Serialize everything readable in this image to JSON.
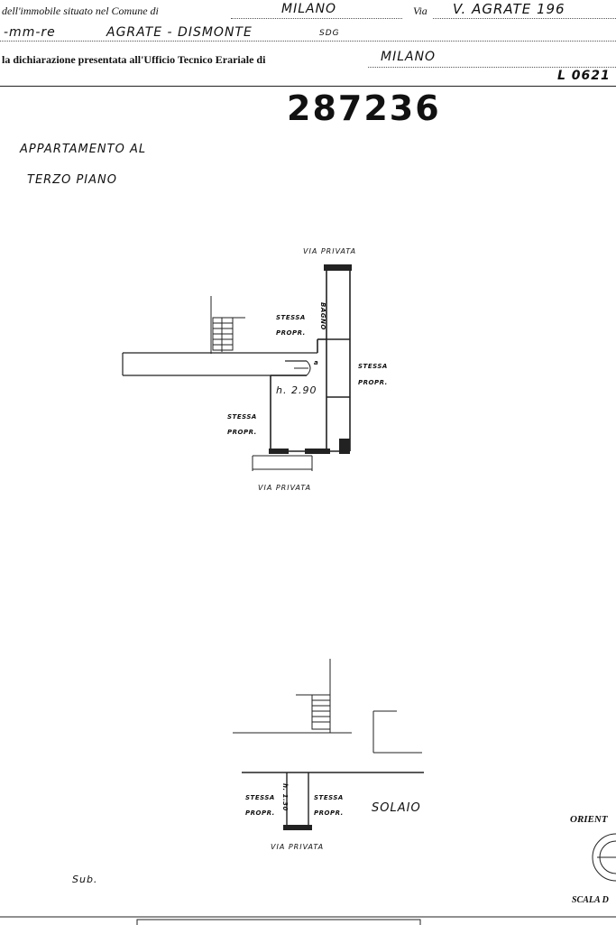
{
  "header": {
    "line1_label": "dell'immobile situato nel Comune di",
    "line1_comune": "MILANO",
    "line1_via_label": "Via",
    "line1_via_value": "V. AGRATE 196",
    "line2_prefix": "-mm-re",
    "line2_value": "AGRATE - DISMONTE",
    "line2_suffix": "SDG",
    "line3_label": "la dichiarazione presentata all'Ufficio Tecnico Erariale di",
    "line3_ufficio": "MILANO",
    "line3_ref": "L 0621"
  },
  "stamp_number": "287236",
  "floor_title": {
    "line1": "APPARTAMENTO   AL",
    "line2": "TERZO  PIANO"
  },
  "plan_upper": {
    "label_top": "VIA PRIVATA",
    "label_bottom": "VIA PRIVATA",
    "bagno": "BAGNO",
    "stessa_1": "STESSA",
    "propr_1": "PROPR.",
    "stessa_2": "STESSA",
    "propr_2": "PROPR.",
    "stessa_3": "STESSA",
    "propr_3": "PROPR.",
    "height": "h. 2.90",
    "door_a": "a"
  },
  "plan_lower": {
    "stessa_left": "STESSA",
    "propr_left": "PROPR.",
    "stessa_right": "STESSA",
    "propr_right": "PROPR.",
    "height": "h. 1.30",
    "solaio": "SOLAIO",
    "label_bottom": "VIA PRIVATA"
  },
  "sub_label": "Sub.",
  "orientamento": "ORIENT",
  "scala": "SCALA D"
}
